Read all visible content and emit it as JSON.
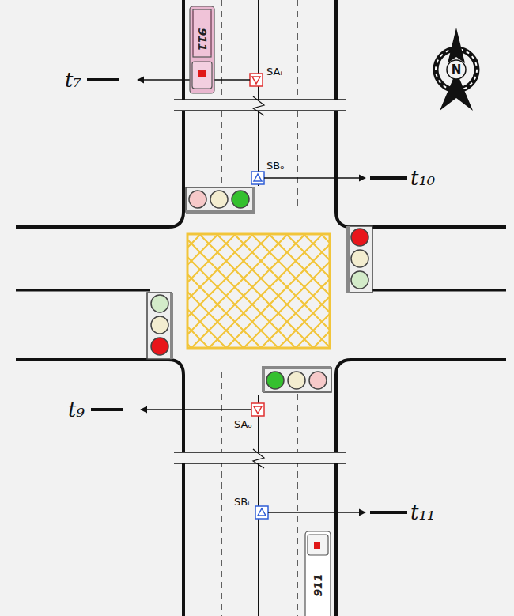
{
  "diagram": {
    "labels": [
      "t₇",
      "SAᵢ",
      "SBₒ",
      "t₁₀",
      "t₉",
      "SAₒ",
      "SBᵢ",
      "t₁₁",
      "N",
      "911",
      "911"
    ]
  }
}
